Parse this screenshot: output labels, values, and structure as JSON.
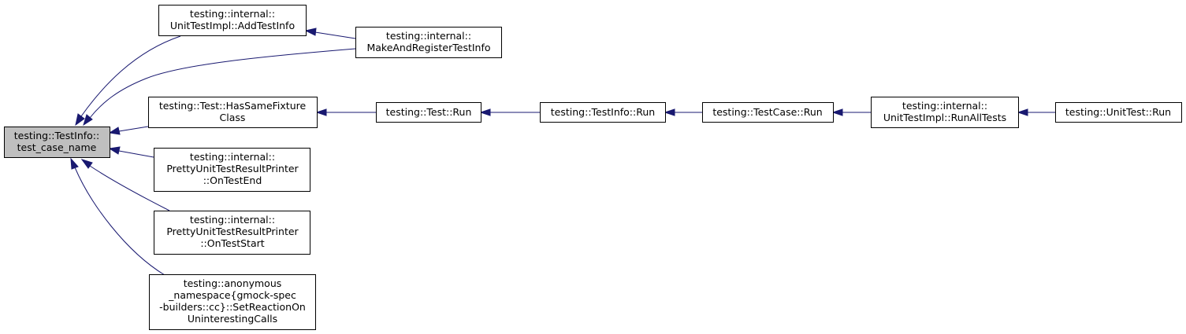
{
  "nodes": {
    "test_case_name": [
      "testing::TestInfo::",
      "test_case_name"
    ],
    "add_test_info": [
      "testing::internal::",
      "UnitTestImpl::AddTestInfo"
    ],
    "make_and_register": [
      "testing::internal::",
      "MakeAndRegisterTestInfo"
    ],
    "has_same_fixture": [
      "testing::Test::HasSameFixture",
      "Class"
    ],
    "on_test_end": [
      "testing::internal::",
      "PrettyUnitTestResultPrinter",
      "::OnTestEnd"
    ],
    "on_test_start": [
      "testing::internal::",
      "PrettyUnitTestResultPrinter",
      "::OnTestStart"
    ],
    "set_reaction": [
      "testing::anonymous",
      "_namespace{gmock-spec",
      "-builders::cc}::SetReactionOn",
      "UninterestingCalls"
    ],
    "test_run": [
      "testing::Test::Run"
    ],
    "testinfo_run": [
      "testing::TestInfo::Run"
    ],
    "testcase_run": [
      "testing::TestCase::Run"
    ],
    "run_all_tests": [
      "testing::internal::",
      "UnitTestImpl::RunAllTests"
    ],
    "unittest_run": [
      "testing::UnitTest::Run"
    ]
  },
  "edges": [
    {
      "from": "add_test_info",
      "to": "test_case_name"
    },
    {
      "from": "make_and_register",
      "to": "test_case_name"
    },
    {
      "from": "make_and_register",
      "to": "add_test_info"
    },
    {
      "from": "has_same_fixture",
      "to": "test_case_name"
    },
    {
      "from": "on_test_end",
      "to": "test_case_name"
    },
    {
      "from": "on_test_start",
      "to": "test_case_name"
    },
    {
      "from": "set_reaction",
      "to": "test_case_name"
    },
    {
      "from": "test_run",
      "to": "has_same_fixture"
    },
    {
      "from": "testinfo_run",
      "to": "test_run"
    },
    {
      "from": "testcase_run",
      "to": "testinfo_run"
    },
    {
      "from": "run_all_tests",
      "to": "testcase_run"
    },
    {
      "from": "unittest_run",
      "to": "run_all_tests"
    }
  ],
  "colors": {
    "edge": "#191970",
    "focus_fill": "#bfbfbf",
    "node_fill": "#ffffff",
    "border": "#000000"
  }
}
